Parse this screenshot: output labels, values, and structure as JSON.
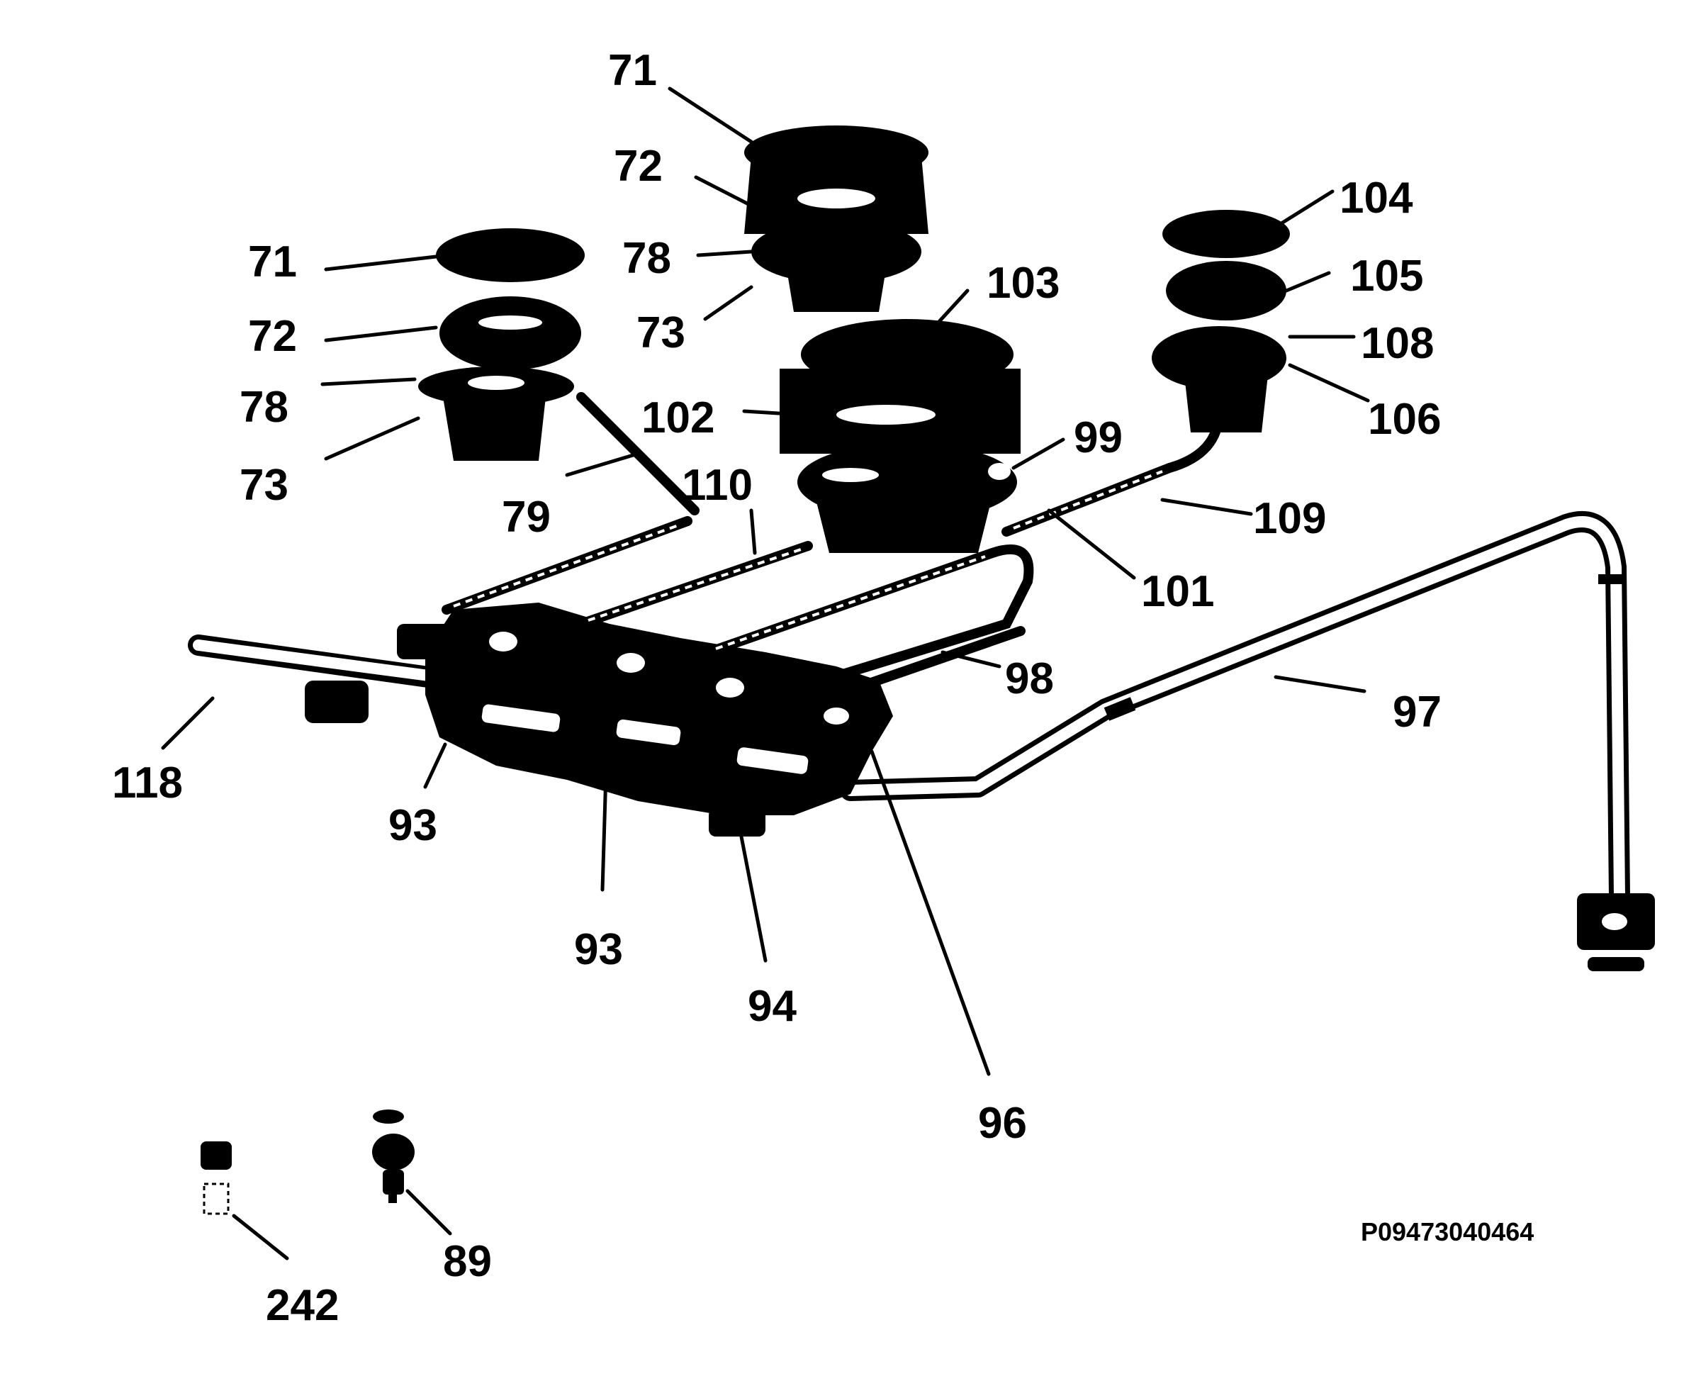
{
  "drawing": {
    "reference_code": "P09473040464",
    "part_labels": [
      "71",
      "72",
      "78",
      "73",
      "71",
      "72",
      "78",
      "73",
      "103",
      "102",
      "99",
      "110",
      "79",
      "104",
      "105",
      "108",
      "106",
      "109",
      "101",
      "98",
      "97",
      "118",
      "93",
      "93",
      "94",
      "96",
      "242",
      "89"
    ]
  },
  "colors": {
    "ink": "#000000",
    "paper": "#ffffff"
  }
}
